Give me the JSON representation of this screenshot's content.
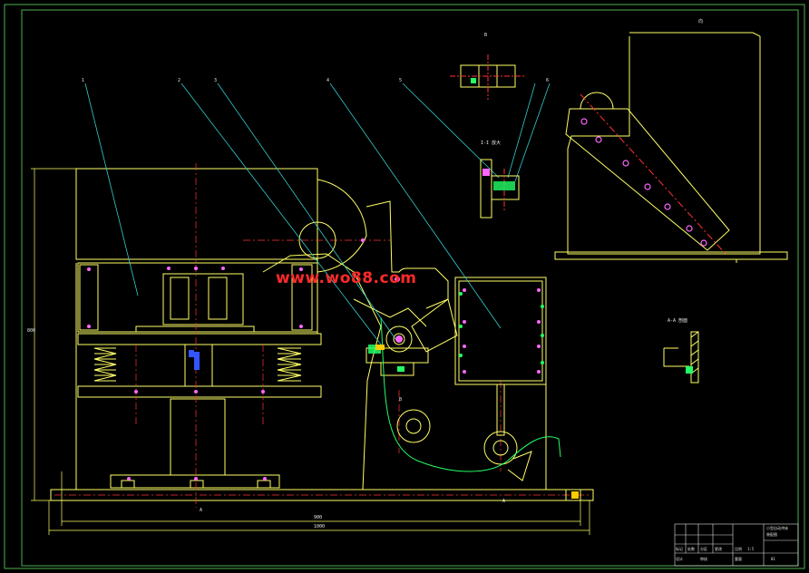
{
  "drawing": {
    "watermark": "www.wo88.com",
    "views": {
      "detail_top": "B",
      "side_view": "I-I 放大",
      "section_view": "A-A 剖面",
      "right_view": "向",
      "bottom_marks": [
        "A",
        "B",
        "A"
      ]
    },
    "callouts": [
      "1",
      "2",
      "3",
      "4",
      "5",
      "6"
    ],
    "dimensions": {
      "inner_width": "900",
      "outer_width": "1000",
      "height": "800"
    },
    "title_block": {
      "name": "小型自动冲床",
      "subtitle": "装配图",
      "cells": [
        "标记",
        "处数",
        "分区",
        "更改",
        "设计",
        "审核",
        "比例",
        "1:5",
        "重量"
      ],
      "code": "01"
    },
    "colors": {
      "frame": "#4caf50",
      "geometry": "#ffff66",
      "centerline": "#ff3333",
      "leader": "#33cccc",
      "accent": "#ff66ff",
      "fill_green": "#22ff66"
    }
  }
}
